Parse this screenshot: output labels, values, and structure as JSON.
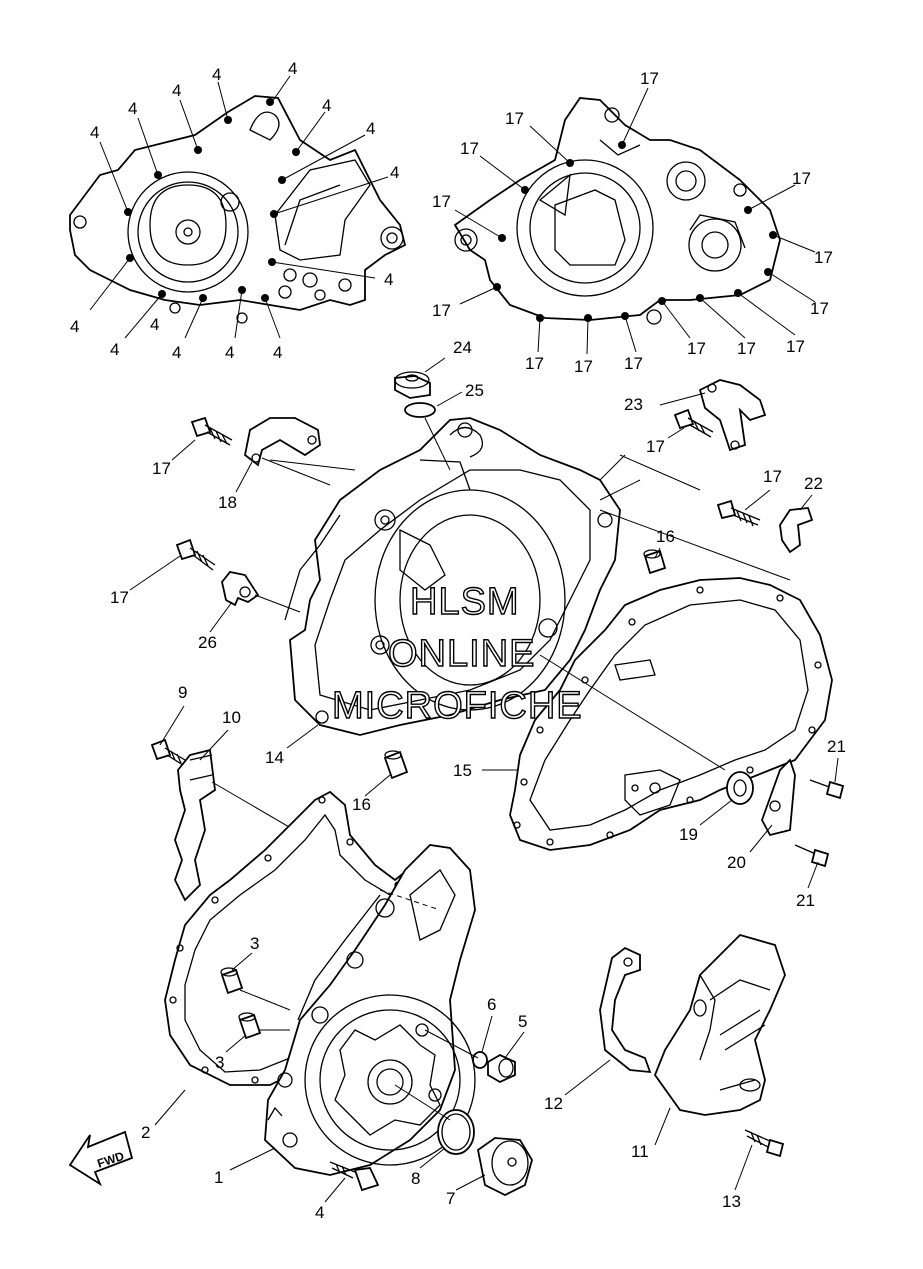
{
  "watermark": {
    "line1": "HLSM",
    "line2": "ONLINE",
    "line3": "MICROFICHE"
  },
  "fwd_arrow": {
    "label": "FWD",
    "icon": "fwd-arrow-icon"
  },
  "callouts": [
    {
      "id": "c4-a",
      "text": "4"
    },
    {
      "id": "c4-b",
      "text": "4"
    },
    {
      "id": "c4-c",
      "text": "4"
    },
    {
      "id": "c4-d",
      "text": "4"
    },
    {
      "id": "c4-e",
      "text": "4"
    },
    {
      "id": "c4-f",
      "text": "4"
    },
    {
      "id": "c4-g",
      "text": "4"
    },
    {
      "id": "c4-h",
      "text": "4"
    },
    {
      "id": "c4-i",
      "text": "4"
    },
    {
      "id": "c4-j",
      "text": "4"
    },
    {
      "id": "c4-k",
      "text": "4"
    },
    {
      "id": "c4-l",
      "text": "4"
    },
    {
      "id": "c4-m",
      "text": "4"
    },
    {
      "id": "c4-n",
      "text": "4"
    },
    {
      "id": "c4-o",
      "text": "4"
    },
    {
      "id": "c17-a",
      "text": "17"
    },
    {
      "id": "c17-b",
      "text": "17"
    },
    {
      "id": "c17-c",
      "text": "17"
    },
    {
      "id": "c17-d",
      "text": "17"
    },
    {
      "id": "c17-e",
      "text": "17"
    },
    {
      "id": "c17-f",
      "text": "17"
    },
    {
      "id": "c17-g",
      "text": "17"
    },
    {
      "id": "c17-h",
      "text": "17"
    },
    {
      "id": "c17-i",
      "text": "17"
    },
    {
      "id": "c17-j",
      "text": "17"
    },
    {
      "id": "c17-k",
      "text": "17"
    },
    {
      "id": "c17-l",
      "text": "17"
    },
    {
      "id": "c17-m",
      "text": "17"
    },
    {
      "id": "c17-n",
      "text": "17"
    },
    {
      "id": "c17-o",
      "text": "17"
    },
    {
      "id": "c17-p",
      "text": "17"
    },
    {
      "id": "c24",
      "text": "24"
    },
    {
      "id": "c25",
      "text": "25"
    },
    {
      "id": "c23",
      "text": "23"
    },
    {
      "id": "c17-q",
      "text": "17"
    },
    {
      "id": "c17-r",
      "text": "17"
    },
    {
      "id": "c18",
      "text": "18"
    },
    {
      "id": "c17-s",
      "text": "17"
    },
    {
      "id": "c22",
      "text": "22"
    },
    {
      "id": "c16-a",
      "text": "16"
    },
    {
      "id": "c17-t",
      "text": "17"
    },
    {
      "id": "c26",
      "text": "26"
    },
    {
      "id": "c9",
      "text": "9"
    },
    {
      "id": "c10",
      "text": "10"
    },
    {
      "id": "c14",
      "text": "14"
    },
    {
      "id": "c16-b",
      "text": "16"
    },
    {
      "id": "c15",
      "text": "15"
    },
    {
      "id": "c19",
      "text": "19"
    },
    {
      "id": "c21-a",
      "text": "21"
    },
    {
      "id": "c20",
      "text": "20"
    },
    {
      "id": "c21-b",
      "text": "21"
    },
    {
      "id": "c3-a",
      "text": "3"
    },
    {
      "id": "c3-b",
      "text": "3"
    },
    {
      "id": "c2",
      "text": "2"
    },
    {
      "id": "c6",
      "text": "6"
    },
    {
      "id": "c5",
      "text": "5"
    },
    {
      "id": "c12",
      "text": "12"
    },
    {
      "id": "c1",
      "text": "1"
    },
    {
      "id": "c8",
      "text": "8"
    },
    {
      "id": "c7",
      "text": "7"
    },
    {
      "id": "c11",
      "text": "11"
    },
    {
      "id": "c4-p",
      "text": "4"
    },
    {
      "id": "c13",
      "text": "13"
    }
  ]
}
